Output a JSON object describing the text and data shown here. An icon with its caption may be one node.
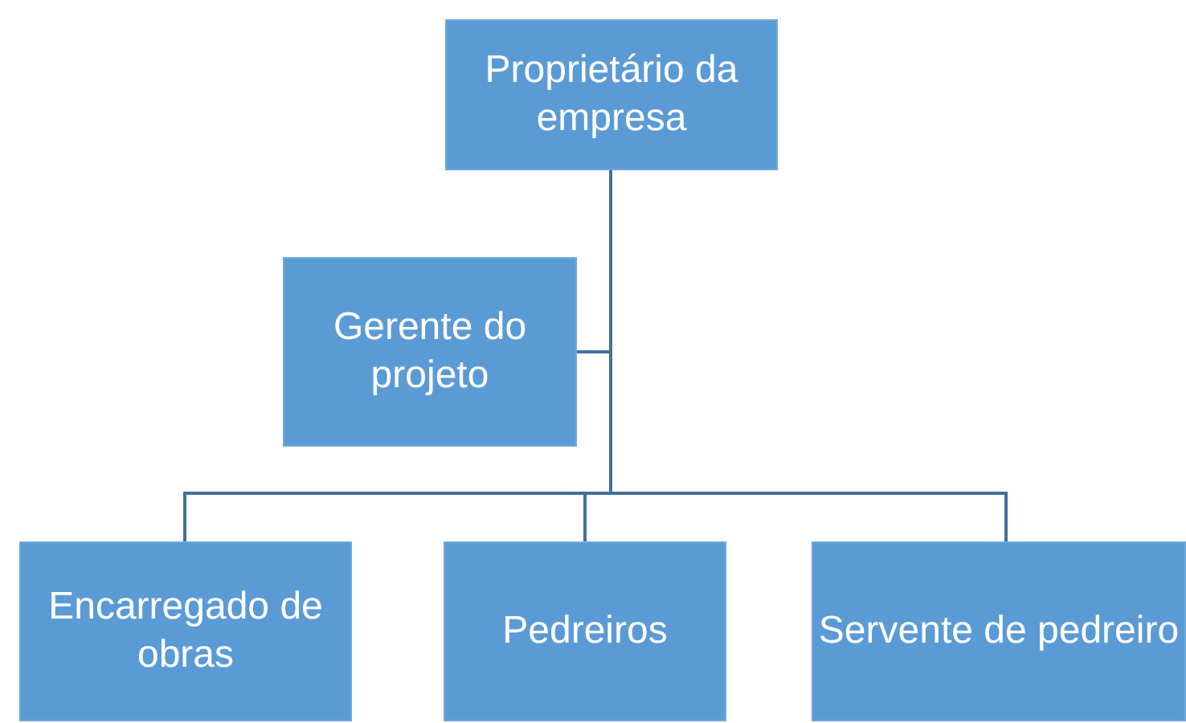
{
  "diagram": {
    "nodes": [
      {
        "text": [
          "Proprietário da empresa"
        ]
      },
      {
        "text": [
          "Gerente do projeto"
        ]
      },
      {
        "text": [
          "Encarregado de obras"
        ]
      },
      {
        "text": [
          "Pedreiros"
        ]
      },
      {
        "text": [
          "Servente de pedreiro"
        ]
      }
    ],
    "edges": [
      {
        "from": 0,
        "to": 1,
        "arrow": "none"
      },
      {
        "from": 0,
        "to": 2,
        "arrow": "none"
      },
      {
        "from": 0,
        "to": 3,
        "arrow": "none"
      },
      {
        "from": 0,
        "to": 4,
        "arrow": "none"
      }
    ]
  }
}
